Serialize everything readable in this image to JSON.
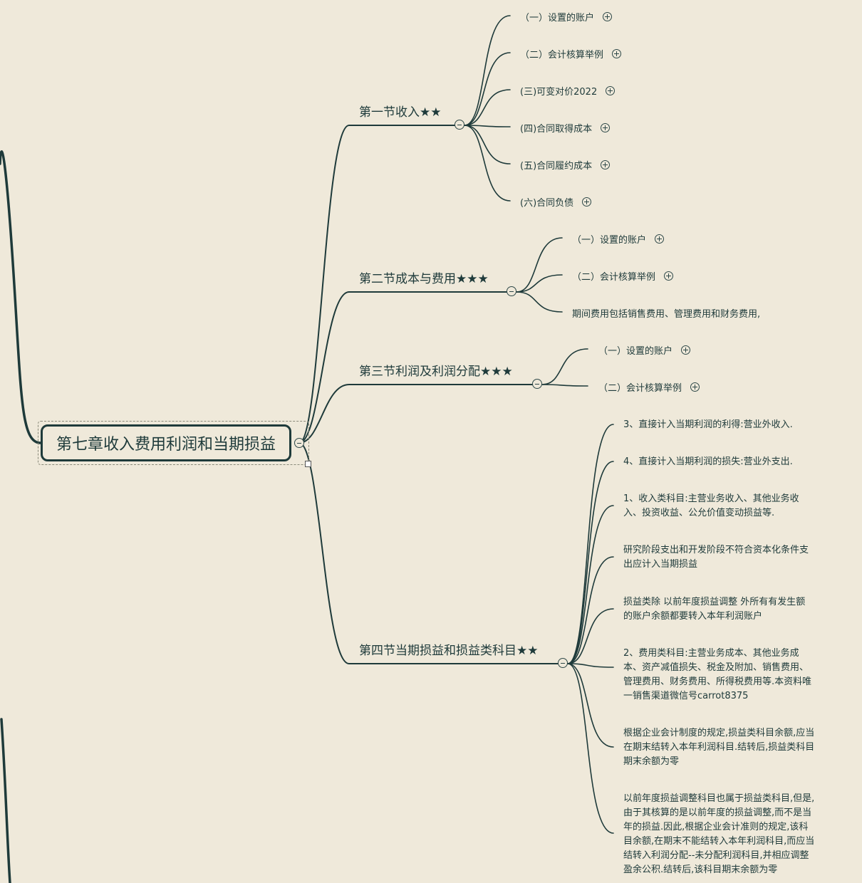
{
  "root": {
    "label": "第七章收入费用利润和当期损益"
  },
  "sections": [
    {
      "label": "第一节收入★★",
      "children": [
        {
          "label": "（一）设置的账户",
          "collapsed": true
        },
        {
          "label": "（二）会计核算举例",
          "collapsed": true
        },
        {
          "label": "(三)可变对价2022",
          "collapsed": true
        },
        {
          "label": "(四)合同取得成本",
          "collapsed": true
        },
        {
          "label": "(五)合同履约成本",
          "collapsed": true
        },
        {
          "label": "(六)合同负债",
          "collapsed": true
        }
      ]
    },
    {
      "label": "第二节成本与费用★★★",
      "children": [
        {
          "label": "（一）设置的账户",
          "collapsed": true
        },
        {
          "label": "（二）会计核算举例",
          "collapsed": true
        },
        {
          "label": "期间费用包括销售费用、管理费用和财务费用,",
          "collapsed": false
        }
      ]
    },
    {
      "label": "第三节利润及利润分配★★★",
      "children": [
        {
          "label": "（一）设置的账户",
          "collapsed": true
        },
        {
          "label": "（二）会计核算举例",
          "collapsed": true
        }
      ]
    },
    {
      "label": "第四节当期损益和损益类科目★★",
      "children": [
        {
          "label": "3、直接计入当期利润的利得:营业外收入."
        },
        {
          "label": "4、直接计入当期利润的损失:营业外支出."
        },
        {
          "label": "1、收入类科目:主营业务收入、其他业务收\n入、投资收益、公允价值变动损益等."
        },
        {
          "label": "研究阶段支出和开发阶段不符合资本化条件支\n出应计入当期损益"
        },
        {
          "label": "损益类除  以前年度损益调整  外所有有发生额\n的账户余额都要转入本年利润账户"
        },
        {
          "label": "2、费用类科目:主营业务成本、其他业务成\n本、资产减值损失、税金及附加、销售费用、\n管理费用、财务费用、所得税费用等.本资料唯\n一销售渠道微信号carrot8375"
        },
        {
          "label": "根据企业会计制度的规定,损益类科目余额,应当\n在期末结转入本年利润科目.结转后,损益类科目\n期末余额为零"
        },
        {
          "label": "以前年度损益调整科目也属于损益类科目,但是,\n由于其核算的是以前年度的损益调整,而不是当\n年的损益.因此,根据企业会计准则的规定,该科\n目余额,在期末不能结转入本年利润科目,而应当\n结转入利润分配--未分配利润科目,并相应调整\n盈余公积.结转后,该科目期末余额为零"
        }
      ]
    }
  ],
  "colors": {
    "background": "#efe9da",
    "line": "#1e3a3a"
  }
}
